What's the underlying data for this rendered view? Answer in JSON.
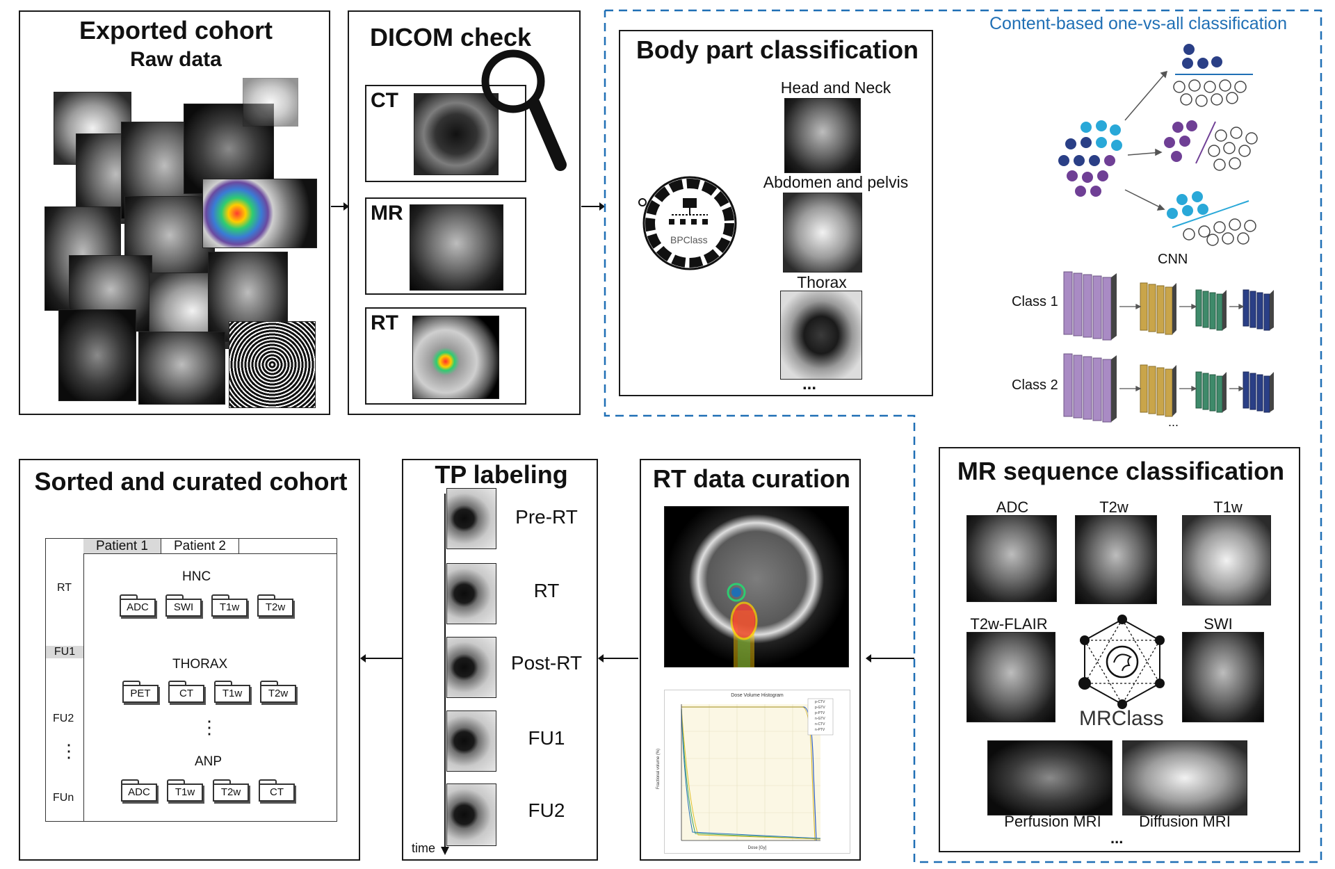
{
  "panels": {
    "exported": {
      "title": "Exported cohort",
      "subtitle": "Raw data"
    },
    "dicom": {
      "title": "DICOM check",
      "rows": [
        "CT",
        "MR",
        "RT"
      ]
    },
    "content_label": "Content-based one-vs-all classification",
    "bodypart": {
      "title": "Body part classification",
      "logo": "BPClass",
      "images": [
        "Head and Neck",
        "Abdomen and pelvis",
        "Thorax"
      ],
      "more": "..."
    },
    "cnn": {
      "label": "CNN",
      "classes": [
        "Class 1",
        "Class 2"
      ],
      "more": "..."
    },
    "mrseq": {
      "title": "MR sequence classification",
      "images": [
        "ADC",
        "T2w",
        "T1w",
        "T2w-FLAIR",
        "SWI"
      ],
      "logo": "MRClass",
      "bottom": [
        "Perfusion MRI",
        "Diffusion MRI"
      ],
      "more": "..."
    },
    "rtcuration": {
      "title": "RT data curation",
      "dvh_title": "Dose Volume Histogram",
      "dvh_xlabel": "Dose [Gy]",
      "dvh_ylabel": "Fractional volume (%)",
      "legend": [
        "p-CTV",
        "p-GTV",
        "p-PTV",
        "n-GTV",
        "n-CTV",
        "n-PTV"
      ]
    },
    "tplabel": {
      "title": "TP labeling",
      "items": [
        "Pre-RT",
        "RT",
        "Post-RT",
        "FU1",
        "FU2"
      ],
      "axis": "time"
    },
    "sorted": {
      "title": "Sorted and curated cohort",
      "tabs": [
        "Patient 1",
        "Patient 2"
      ],
      "rows": [
        "RT",
        "FU1",
        "FU2",
        "FUn"
      ],
      "vdots": "⋮",
      "groups": [
        {
          "name": "HNC",
          "folders": [
            "ADC",
            "SWI",
            "T1w",
            "T2w"
          ]
        },
        {
          "name": "THORAX",
          "folders": [
            "PET",
            "CT",
            "T1w",
            "T2w"
          ]
        },
        {
          "name": "ANP",
          "folders": [
            "ADC",
            "T1w",
            "T2w",
            "CT"
          ]
        }
      ]
    }
  },
  "colors": {
    "accent_blue": "#1f6fb5",
    "purple": "#a98bc4",
    "gold": "#c9a54a",
    "green": "#3e8a6a",
    "navy": "#2a3f86"
  }
}
